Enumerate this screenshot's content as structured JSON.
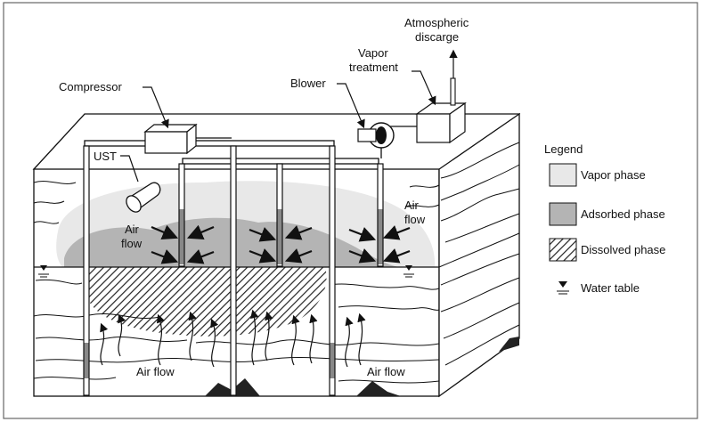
{
  "labels": {
    "atmospheric_line1": "Atmospheric",
    "atmospheric_line2": "discarge",
    "vapor_treatment_line1": "Vapor",
    "vapor_treatment_line2": "treatment",
    "compressor": "Compressor",
    "blower": "Blower",
    "ust": "UST",
    "air_flow_left_line1": "Air",
    "air_flow_left_line2": "flow",
    "air_flow_right_line1": "Air",
    "air_flow_right_line2": "flow",
    "air_flow_bottom_left": "Air flow",
    "air_flow_bottom_right": "Air flow"
  },
  "legend": {
    "title": "Legend",
    "items": [
      {
        "label": "Vapor phase",
        "color": "#e8e8e8"
      },
      {
        "label": "Adsorbed phase",
        "color": "#b4b4b4"
      },
      {
        "label": "Dissolved phase",
        "pattern": "hatch"
      },
      {
        "label": "Water table",
        "symbol": "water-table"
      }
    ]
  },
  "colors": {
    "vapor": "#e8e8e8",
    "adsorbed": "#b4b4b4",
    "line": "#111111",
    "frame": "#555555"
  }
}
